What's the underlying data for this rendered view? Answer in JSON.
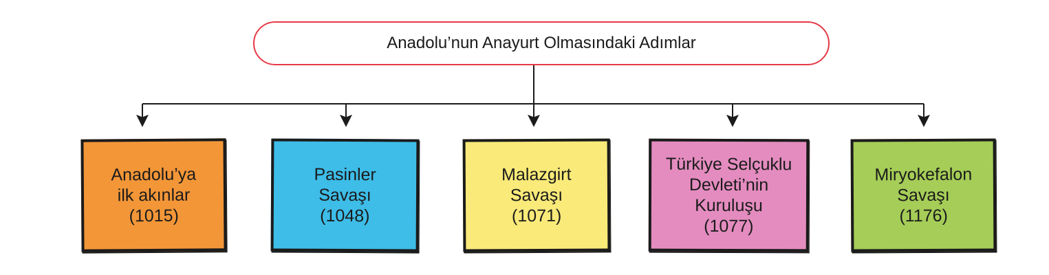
{
  "title": "Anadolu’nun Anayurt Olmasındaki Adımlar",
  "steps": [
    {
      "lines": [
        "Anadolu’ya",
        "ilk akınlar",
        "(1015)"
      ],
      "color": "#f39638"
    },
    {
      "lines": [
        "Pasinler",
        "Savaşı",
        "(1048)"
      ],
      "color": "#3dbde8"
    },
    {
      "lines": [
        "Malazgirt",
        "Savaşı",
        "(1071)"
      ],
      "color": "#f9ea79"
    },
    {
      "lines": [
        "Türkiye Selçuklu",
        "Devleti’nin",
        "Kuruluşu",
        "(1077)"
      ],
      "color": "#e48cbf"
    },
    {
      "lines": [
        "Miryokefalon",
        "Savaşı",
        "(1176)"
      ],
      "color": "#a5cd57"
    }
  ],
  "colors": {
    "title_border": "#e63946",
    "box_border": "#1b1b1b",
    "connector": "#1b1b1b"
  }
}
